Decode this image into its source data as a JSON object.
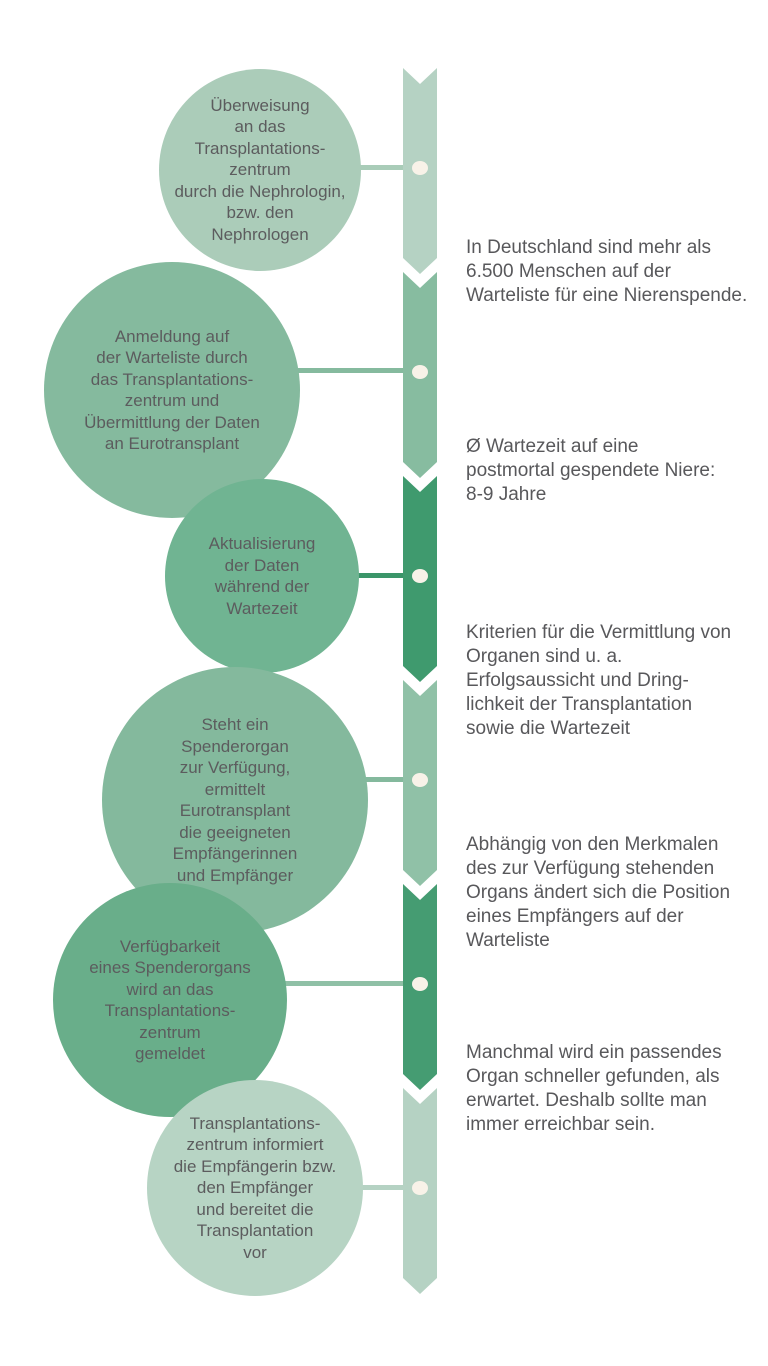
{
  "palette": {
    "circle_colors": [
      "#abccb9",
      "#85ba9e",
      "#70b492",
      "#84b99d",
      "#69ae8a",
      "#b7d4c4"
    ],
    "timeline_segment_colors": [
      "#b5d2c3",
      "#87bca0",
      "#3f9a6e",
      "#90c1a7",
      "#459c72",
      "#b5d2c3"
    ],
    "dot_color": "#f8f2e8",
    "text_color": "#58585b"
  },
  "steps": [
    {
      "label": "Überweisung\nan das\nTransplantations-\nzentrum\ndurch die Nephrologin,\nbzw. den\nNephrologen"
    },
    {
      "label": "Anmeldung auf\nder Warteliste durch\ndas Transplantations-\nzentrum und\nÜbermittlung der Daten\nan Eurotransplant"
    },
    {
      "label": "Aktualisierung\nder Daten\nwährend der\nWartezeit"
    },
    {
      "label": "Steht ein\nSpenderorgan\nzur Verfügung,\nermittelt\nEurotransplant\ndie geeigneten\nEmpfängerinnen\nund Empfänger"
    },
    {
      "label": "Verfügbarkeit\neines Spenderorgans\nwird an das\nTransplantations-\nzentrum\ngemeldet"
    },
    {
      "label": "Transplantations-\nzentrum informiert\ndie Empfängerin bzw.\nden Empfänger\nund bereitet die\nTransplantation\nvor"
    }
  ],
  "notes": [
    {
      "text": "In Deutschland sind mehr als\n6.500 Menschen auf der\nWarteliste für eine Nierenspende."
    },
    {
      "text": "Ø Wartezeit auf eine\npostmortal gespendete Niere:\n8-9 Jahre"
    },
    {
      "text": "Kriterien für die Vermittlung von\nOrganen sind u. a.\nErfolgsaussicht und Dring-\nlichkeit der Transplantation\nsowie die Wartezeit"
    },
    {
      "text": "Abhängig von den Merkmalen\ndes zur Verfügung stehenden\nOrgans ändert sich die Position\neines Empfängers auf der\nWarteliste"
    },
    {
      "text": "Manchmal wird ein passendes\nOrgan schneller gefunden, als\nerwartet. Deshalb sollte man\nimmer erreichbar sein."
    }
  ]
}
